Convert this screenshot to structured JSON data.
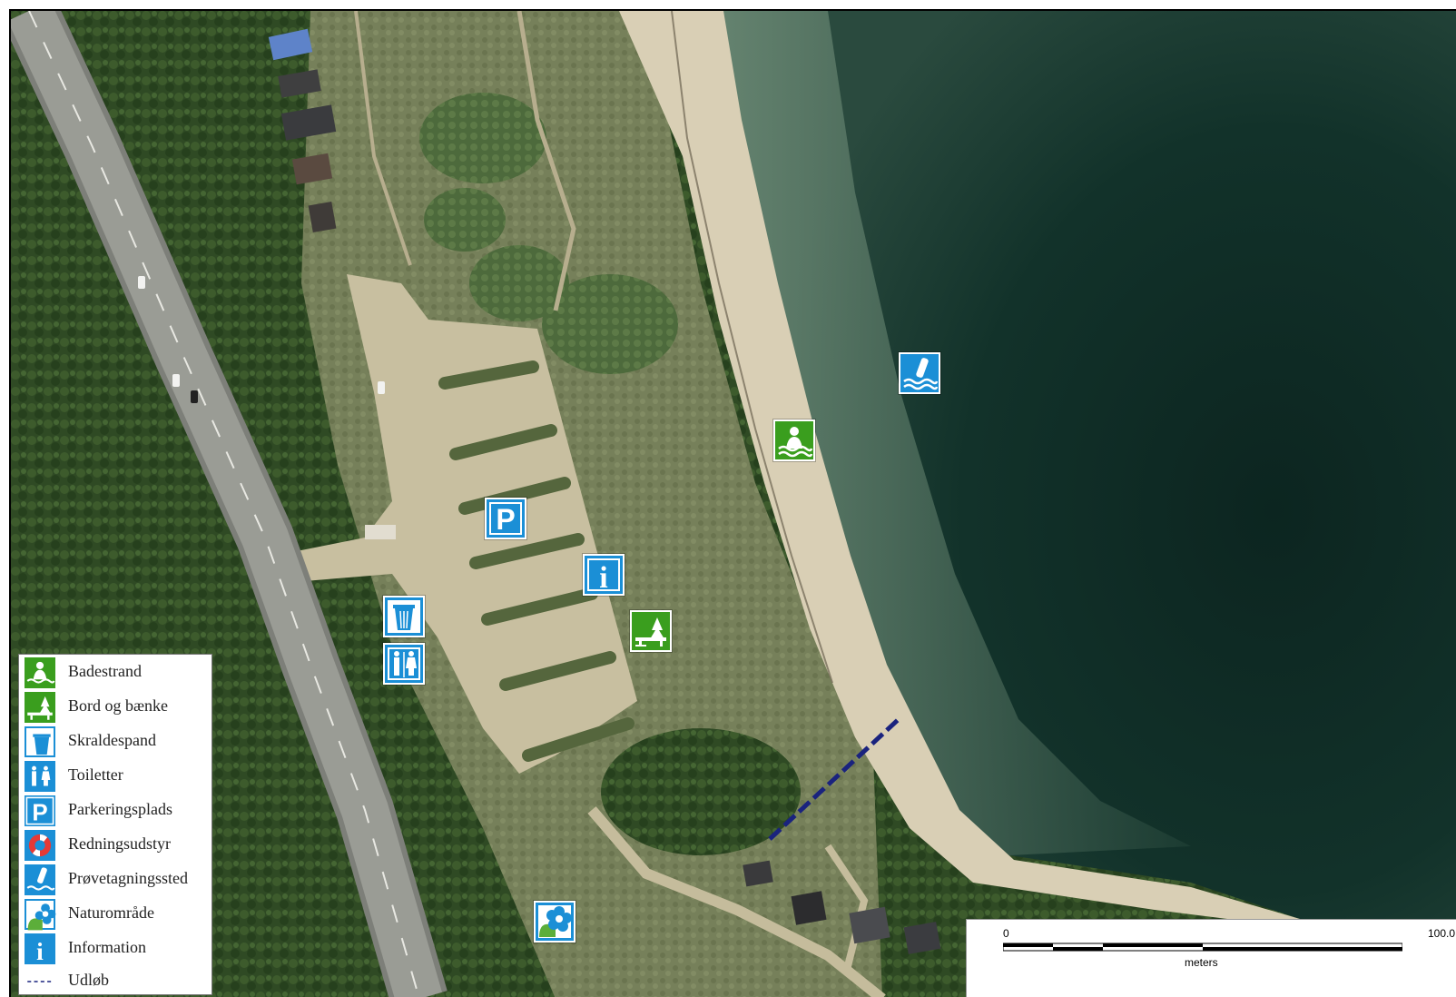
{
  "header": {
    "title": ""
  },
  "colors": {
    "green_marker": "#3a9e1e",
    "blue_marker": "#1b8fd6",
    "outlet_line": "#1a237e",
    "sea_dark": "#0e2a22",
    "sand": "#d9cfb5"
  },
  "markers": [
    {
      "name": "bathing-beach",
      "icon": "swimmer-icon"
    },
    {
      "name": "sampling-site",
      "icon": "sampling-icon"
    },
    {
      "name": "parking",
      "icon": "parking-icon",
      "text": "P"
    },
    {
      "name": "information",
      "icon": "info-icon",
      "text": "i"
    },
    {
      "name": "picnic-tables",
      "icon": "picnic-table-icon"
    },
    {
      "name": "trash-can",
      "icon": "trash-can-icon"
    },
    {
      "name": "toilets",
      "icon": "toilet-icon"
    },
    {
      "name": "nature-area",
      "icon": "flower-icon"
    }
  ],
  "legend": {
    "items": [
      {
        "icon": "swimmer-icon",
        "label": "Badestrand"
      },
      {
        "icon": "picnic-table-icon",
        "label": "Bord og bænke"
      },
      {
        "icon": "trash-can-icon",
        "label": "Skraldespand"
      },
      {
        "icon": "toilet-icon",
        "label": "Toiletter"
      },
      {
        "icon": "parking-icon",
        "label": "Parkeringsplads"
      },
      {
        "icon": "lifebuoy-icon",
        "label": "Redningsudstyr"
      },
      {
        "icon": "sampling-icon",
        "label": "Prøvetagningssted"
      },
      {
        "icon": "flower-icon",
        "label": "Naturområde"
      },
      {
        "icon": "info-icon",
        "label": "Information"
      },
      {
        "icon": "dashed-line-icon",
        "label": "Udløb"
      }
    ]
  },
  "scalebar": {
    "start": "0",
    "end": "100.0",
    "unit": "meters"
  }
}
